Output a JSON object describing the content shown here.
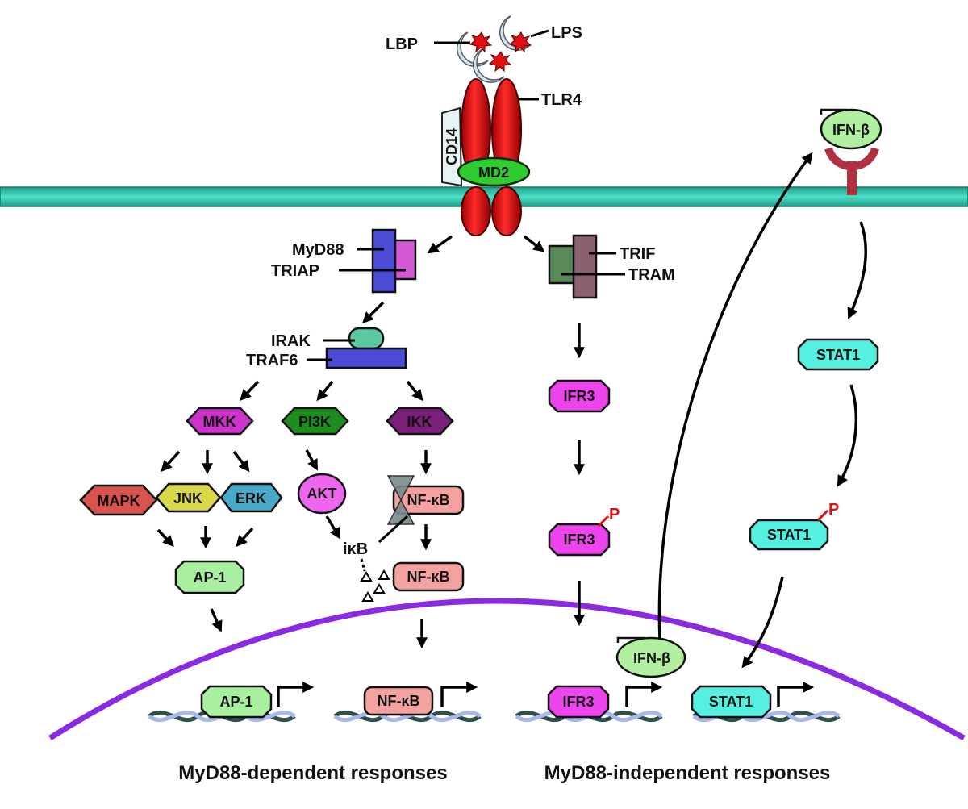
{
  "receptor": {
    "lbp": "LBP",
    "lps": "LPS",
    "tlr4": "TLR4",
    "cd14": "CD14",
    "md2": "MD2"
  },
  "adaptors": {
    "myd88": "MyD88",
    "triap": "TRIAP",
    "trif": "TRIF",
    "tram": "TRAM",
    "irak": "IRAK",
    "traf6": "TRAF6"
  },
  "kinases": {
    "mkk": "MKK",
    "pi3k": "PI3K",
    "ikk": "IKK",
    "mapk": "MAPK",
    "jnk": "JNK",
    "erk": "ERK",
    "akt": "AKT",
    "ikb": "iκB"
  },
  "factors": {
    "ap1": "AP-1",
    "nfkb": "NF-κB",
    "ifr3": "IFR3",
    "stat1": "STAT1",
    "ifnb": "IFN-β",
    "phospho": "P"
  },
  "footer": {
    "left": "MyD88-dependent responses",
    "right": "MyD88-independent responses"
  },
  "colors": {
    "membrane": "#3cc9b0",
    "tlr4": "#cc0a0a",
    "md2": "#2ecc2e",
    "nucleus": "#8a2be2",
    "myd88": "#4b4bd6",
    "triap": "#d45ad4",
    "trif": "#5a8a5a",
    "tram": "#8a6070",
    "mkk": "#cc33cc",
    "pi3k": "#1e8c1e",
    "ikk": "#7a1f7a",
    "mapk": "#d9534f",
    "jnk": "#d8d84a",
    "erk": "#4aa8c8",
    "akt": "#ee66ee",
    "nfkb": "#f4a2a0",
    "ap1": "#a8f0a0",
    "ifr3": "#ee44ee",
    "stat1": "#55f0e0",
    "ifnb": "#b0f0a0",
    "phospho": "#e01010"
  }
}
